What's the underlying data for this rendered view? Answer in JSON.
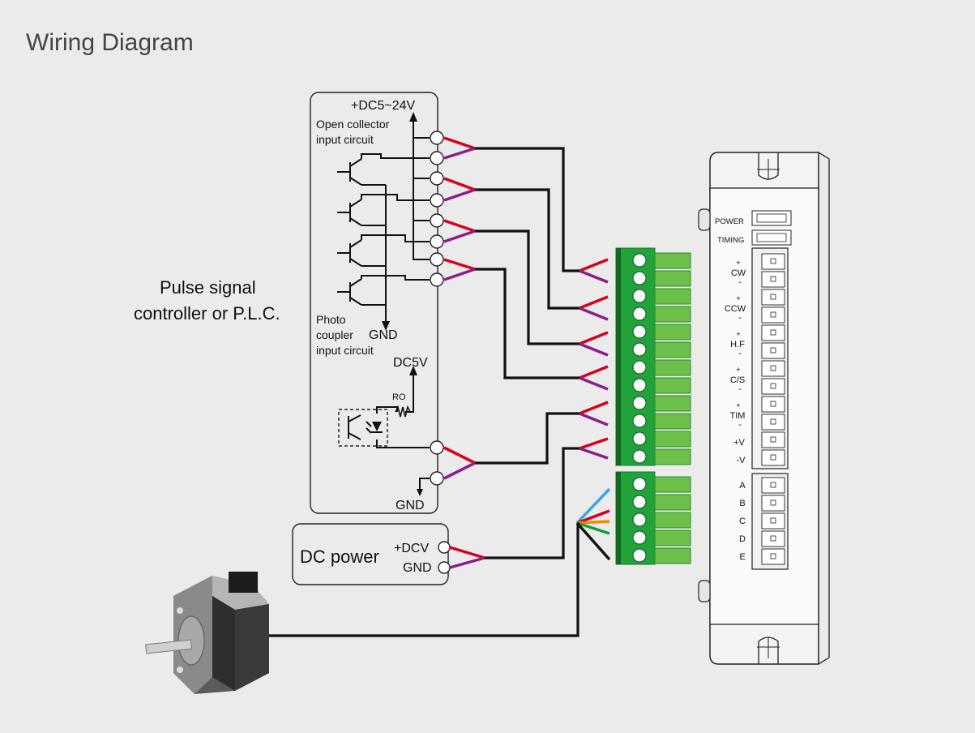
{
  "title": "Wiring Diagram",
  "controller": {
    "label_line1": "Pulse signal",
    "label_line2": "controller or P.L.C.",
    "supply_label": "+DC5~24V",
    "open_collector_line1": "Open collector",
    "open_collector_line2": "input circuit",
    "photo_line1": "Photo",
    "photo_line2": "coupler",
    "photo_line3": "input circuit",
    "gnd_label": "GND",
    "dc5v_label": "DC5V",
    "ro_label": "RO",
    "gnd_bottom_label": "GND"
  },
  "dc_power": {
    "label": "DC power",
    "plus_label": "+DCV",
    "gnd_label": "GND"
  },
  "driver": {
    "power_label": "POWER",
    "timing_label": "TIMING",
    "signal_ports": [
      {
        "plus": "+",
        "name": "CW",
        "minus": "-"
      },
      {
        "plus": "+",
        "name": "CCW",
        "minus": "-"
      },
      {
        "plus": "+",
        "name": "H.F",
        "minus": "-"
      },
      {
        "plus": "+",
        "name": "C/S",
        "minus": "-"
      },
      {
        "plus": "+",
        "name": "TIM",
        "minus": "-"
      }
    ],
    "power_ports": [
      "+V",
      "-V"
    ],
    "motor_ports": [
      "A",
      "B",
      "C",
      "D",
      "E"
    ]
  },
  "colors": {
    "background": "#ebebeb",
    "wire_red": "#d9001b",
    "wire_purple": "#8b1e8b",
    "wire_blue": "#3aa8e0",
    "wire_orange": "#f08a00",
    "wire_green": "#1a9a3a",
    "terminal_green": "#22a23a",
    "terminal_pin_green": "#6cc04a"
  }
}
